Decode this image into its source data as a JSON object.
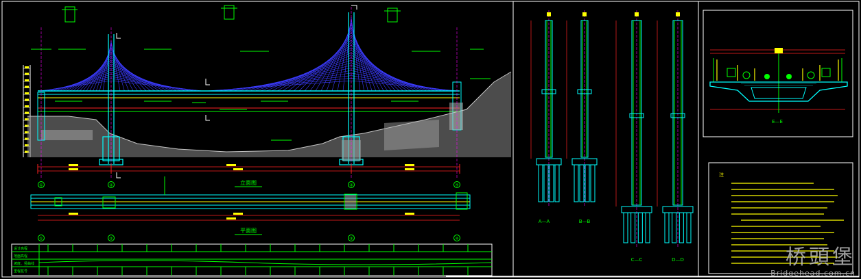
{
  "drawing": {
    "elevation_title": "立面图",
    "plan_title": "平面图",
    "section_labels": [
      "A—A",
      "B—B",
      "C—C",
      "D—D"
    ],
    "deck_section_title": "E—E",
    "notes_title": "注",
    "pier_markers": [
      "①",
      "②",
      "③",
      "④"
    ],
    "table_rows": [
      "设计高程",
      "地面高程",
      "坡度、竖曲线",
      "里程桩号"
    ]
  },
  "watermark": {
    "brand": "桥頭堡",
    "url": "Bridgehead.com.cn"
  },
  "colors": {
    "background": "#000000",
    "frame": "#ffffff",
    "cable": "#3c3cff",
    "structure": "#00ffff",
    "dimension": "#ff2222",
    "annotation": "#00ff00",
    "highlight": "#ffff00",
    "axis": "#ff00ff",
    "ground": "#8a8a8a"
  }
}
